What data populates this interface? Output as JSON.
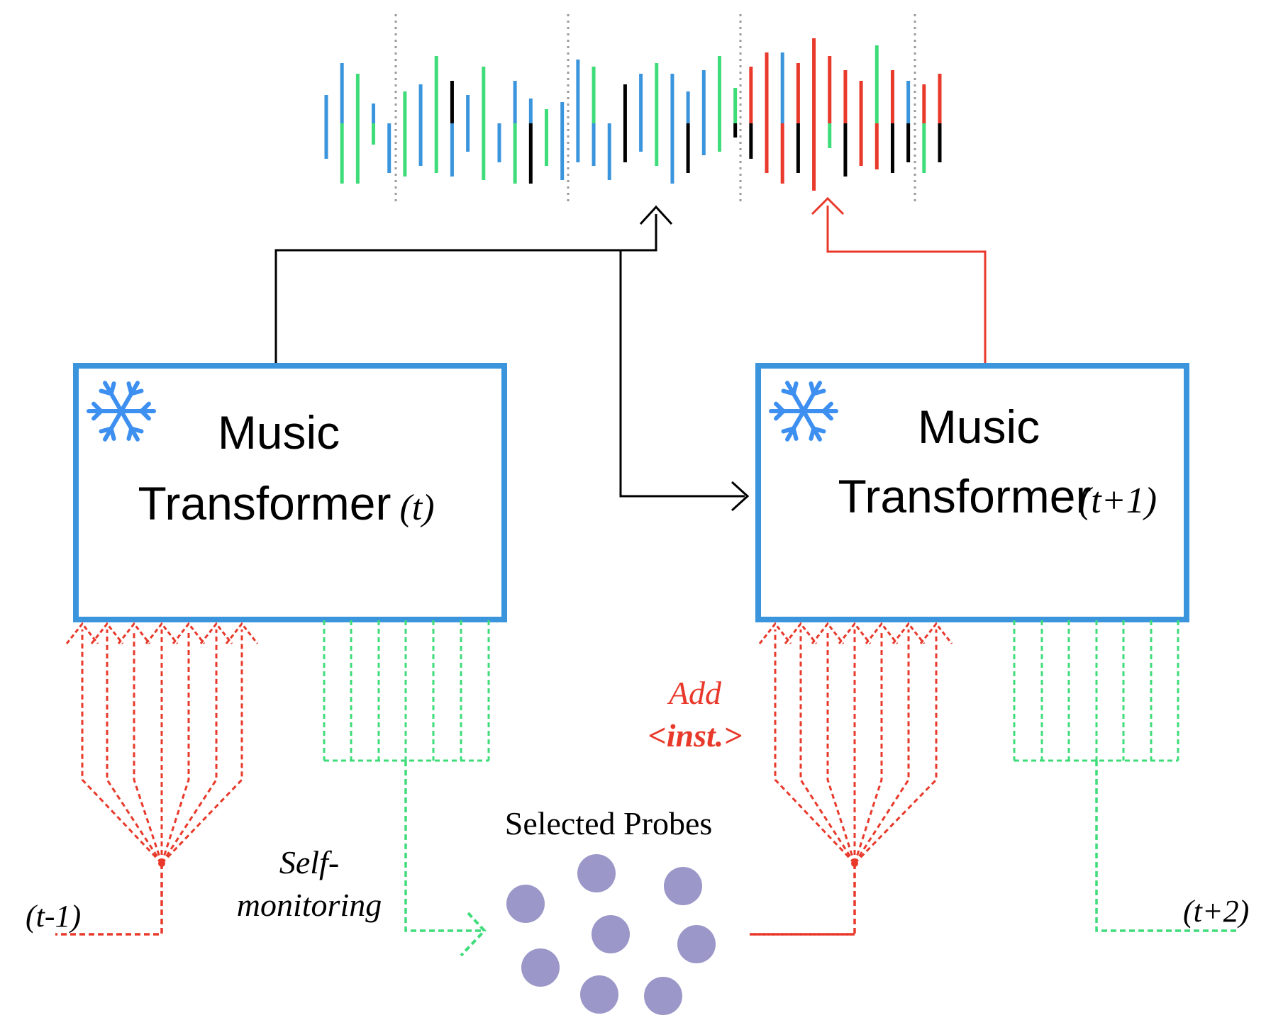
{
  "colors": {
    "blue": "#3b95dd",
    "green": "#3fdc7a",
    "black": "#000000",
    "red": "#e8392b",
    "probe": "#9b97c8",
    "dot_divider": "#9a9a9a",
    "snowflake": "#3d8ff0"
  },
  "icons": {
    "model_frozen": "snowflake-icon"
  },
  "models": [
    {
      "name_line1": "Music",
      "name_line2": "Transformer",
      "step": "(t)"
    },
    {
      "name_line1": "Music",
      "name_line2": "Transformer",
      "step": "(t+1)"
    }
  ],
  "labels": {
    "prev_step": "(t-1)",
    "next_step": "(t+2)",
    "self_line1": "Self-",
    "self_line2": "monitoring",
    "probes": "Selected Probes",
    "add_line1": "Add",
    "add_line2": "<inst.>"
  },
  "sequence": {
    "segments": 4,
    "colors_per_bar": [
      [
        "blue",
        "blue"
      ],
      [
        "blue",
        "green"
      ],
      [
        "green",
        "green"
      ],
      [
        "blue",
        "green"
      ],
      [
        "blue",
        "blue"
      ],
      [
        "green",
        "green"
      ],
      [
        "blue",
        "blue"
      ],
      [
        "green",
        "green"
      ],
      [
        "black",
        "blue"
      ],
      [
        "blue",
        "blue"
      ],
      [
        "green",
        "green"
      ],
      [
        "blue",
        "blue"
      ],
      [
        "blue",
        "green"
      ],
      [
        "blue",
        "black"
      ],
      [
        "green",
        "green"
      ],
      [
        "blue",
        "blue"
      ],
      [
        "blue",
        "blue"
      ],
      [
        "green",
        "blue"
      ],
      [
        "blue",
        "blue"
      ],
      [
        "black",
        "black"
      ],
      [
        "blue",
        "blue"
      ],
      [
        "green",
        "green"
      ],
      [
        "blue",
        "blue"
      ],
      [
        "blue",
        "black"
      ],
      [
        "blue",
        "blue"
      ],
      [
        "green",
        "green"
      ],
      [
        "green",
        "black"
      ],
      [
        "red",
        "black"
      ],
      [
        "red",
        "red"
      ],
      [
        "blue",
        "red"
      ],
      [
        "red",
        "black"
      ],
      [
        "red",
        "red"
      ],
      [
        "red",
        "green"
      ],
      [
        "red",
        "black"
      ],
      [
        "red",
        "red"
      ],
      [
        "green",
        "red"
      ],
      [
        "red",
        "black"
      ],
      [
        "blue",
        "black"
      ],
      [
        "red",
        "green"
      ],
      [
        "red",
        "black"
      ]
    ],
    "probe_count": 8,
    "input_arrows_per_model": 7,
    "output_taps_per_model": 7
  }
}
